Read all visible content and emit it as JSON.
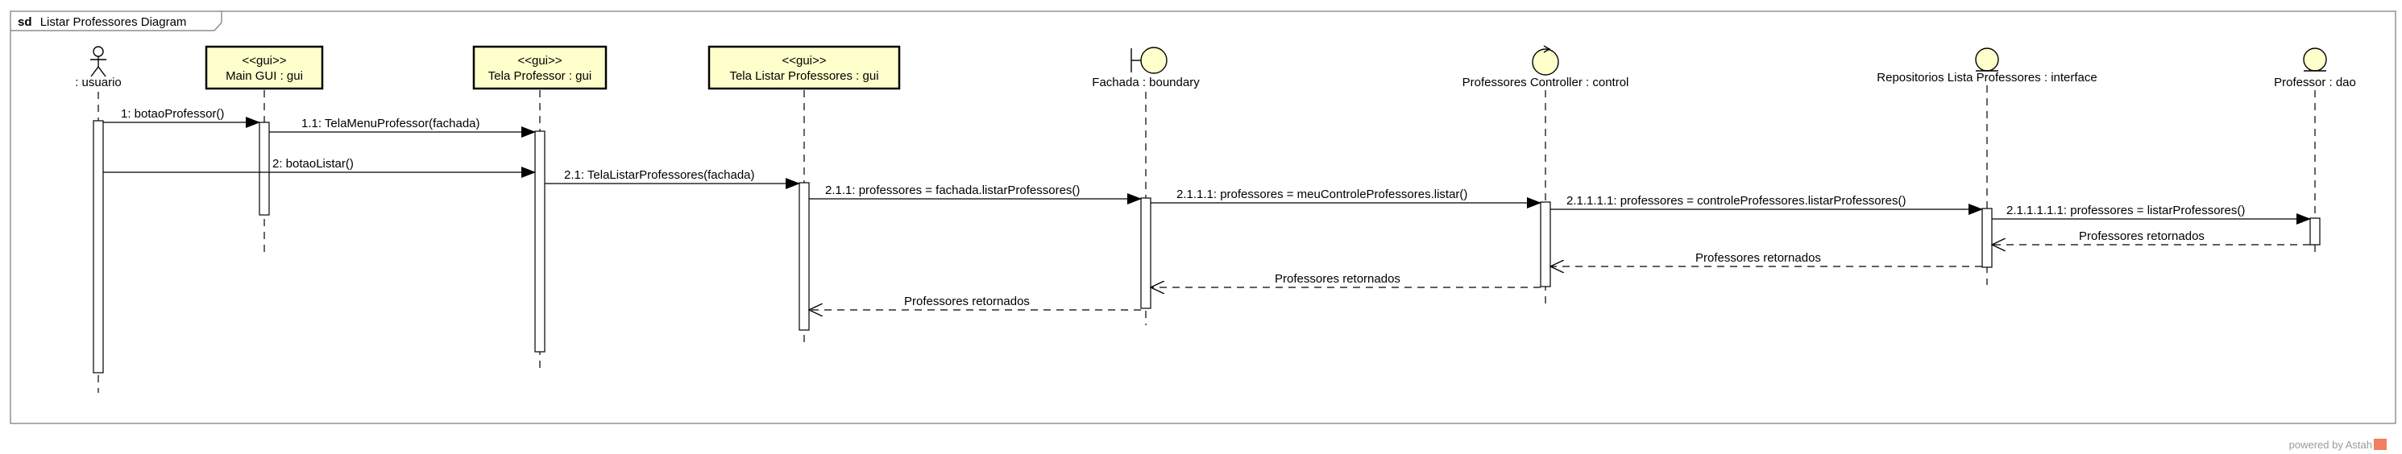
{
  "frame": {
    "keyword": "sd",
    "title": "Listar Professores Diagram"
  },
  "lifelines": [
    {
      "id": "usuario",
      "kind": "actor",
      "label": ": usuario"
    },
    {
      "id": "maingui",
      "kind": "gui",
      "stereotype": "<<gui>>",
      "label": "Main GUI : gui"
    },
    {
      "id": "telaprof",
      "kind": "gui",
      "stereotype": "<<gui>>",
      "label": "Tela Professor : gui"
    },
    {
      "id": "telalistar",
      "kind": "gui",
      "stereotype": "<<gui>>",
      "label": "Tela Listar Professores : gui"
    },
    {
      "id": "fachada",
      "kind": "boundary",
      "label": "Fachada : boundary"
    },
    {
      "id": "controller",
      "kind": "control",
      "label": "Professores Controller : control"
    },
    {
      "id": "repo",
      "kind": "entity",
      "label": "Repositorios Lista Professores : interface"
    },
    {
      "id": "professor",
      "kind": "entity",
      "label": "Professor : dao"
    }
  ],
  "messages": [
    {
      "from": "usuario",
      "to": "maingui",
      "kind": "sync",
      "label": "1: botaoProfessor()"
    },
    {
      "from": "maingui",
      "to": "telaprof",
      "kind": "sync",
      "label": "1.1: TelaMenuProfessor(fachada)"
    },
    {
      "from": "usuario",
      "to": "telaprof",
      "kind": "sync",
      "label": "2: botaoListar()"
    },
    {
      "from": "telaprof",
      "to": "telalistar",
      "kind": "sync",
      "label": "2.1: TelaListarProfessores(fachada)"
    },
    {
      "from": "telalistar",
      "to": "fachada",
      "kind": "sync",
      "label": "2.1.1: professores = fachada.listarProfessores()"
    },
    {
      "from": "fachada",
      "to": "controller",
      "kind": "sync",
      "label": "2.1.1.1: professores = meuControleProfessores.listar()"
    },
    {
      "from": "controller",
      "to": "repo",
      "kind": "sync",
      "label": "2.1.1.1.1: professores = controleProfessores.listarProfessores()"
    },
    {
      "from": "repo",
      "to": "professor",
      "kind": "sync",
      "label": "2.1.1.1.1.1: professores = listarProfessores()"
    },
    {
      "from": "professor",
      "to": "repo",
      "kind": "return",
      "label": "Professores retornados"
    },
    {
      "from": "repo",
      "to": "controller",
      "kind": "return",
      "label": "Professores retornados"
    },
    {
      "from": "controller",
      "to": "fachada",
      "kind": "return",
      "label": "Professores retornados"
    },
    {
      "from": "fachada",
      "to": "telalistar",
      "kind": "return",
      "label": "Professores retornados"
    }
  ],
  "footer": {
    "text": "powered by Astah"
  },
  "colors": {
    "gui_fill": "#ffffcc",
    "stroke": "#000000",
    "icon_fill": "#ffffcc",
    "footer_logo": "#f08060"
  }
}
